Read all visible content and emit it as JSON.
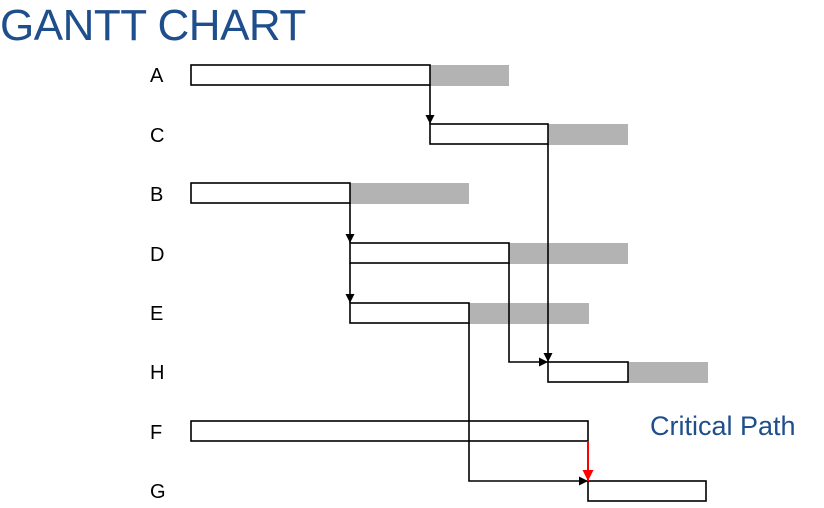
{
  "title": "GANTT CHART",
  "critical_path_label": "Critical Path",
  "colors": {
    "title": "#1f4e8c",
    "bar_fill": "#ffffff",
    "bar_stroke": "#000000",
    "slack": "#b3b3b3",
    "arrow": "#000000",
    "critical_arrow": "#ff0000"
  },
  "tasks": [
    {
      "id": "A",
      "label": "A"
    },
    {
      "id": "C",
      "label": "C"
    },
    {
      "id": "B",
      "label": "B"
    },
    {
      "id": "D",
      "label": "D"
    },
    {
      "id": "E",
      "label": "E"
    },
    {
      "id": "H",
      "label": "H"
    },
    {
      "id": "F",
      "label": "F"
    },
    {
      "id": "G",
      "label": "G"
    }
  ]
}
